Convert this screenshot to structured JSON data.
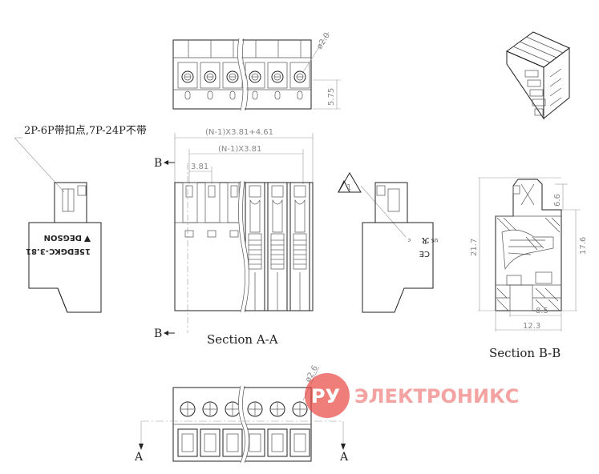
{
  "title_note": "2P-6P带扣点,7P-24P不带",
  "dims": {
    "pitch_total": "(N-1)X3.81+4.61",
    "pitch": "(N-1)X3.81",
    "pitch_single": "3.81",
    "hole_dia": "ø2.0",
    "height_top": "5.75",
    "hole_dia_bottom": "ø2.6",
    "height_total": "21.7",
    "height_body": "17.6",
    "gap": "6.6",
    "width_inner": "8.5",
    "width_outer": "12.3"
  },
  "labels": {
    "section_b_marker_top": "B",
    "section_b_marker_bottom": "B",
    "section_a_marker_left": "A",
    "section_a_marker_right": "A",
    "section_aa": "Section A-A",
    "section_bb": "Section B-B",
    "warning_num": "1"
  },
  "side_view_left": {
    "part_number": "15EDGKC-3.81",
    "brand": "DEGSON"
  },
  "side_view_right": {
    "mark_ce": "CE",
    "mark_us": "US",
    "mark_c": "c"
  },
  "watermark": {
    "logo_text": "РУ",
    "company": "ЭЛЕКТРОНИКС",
    "color": "#e8413c"
  }
}
